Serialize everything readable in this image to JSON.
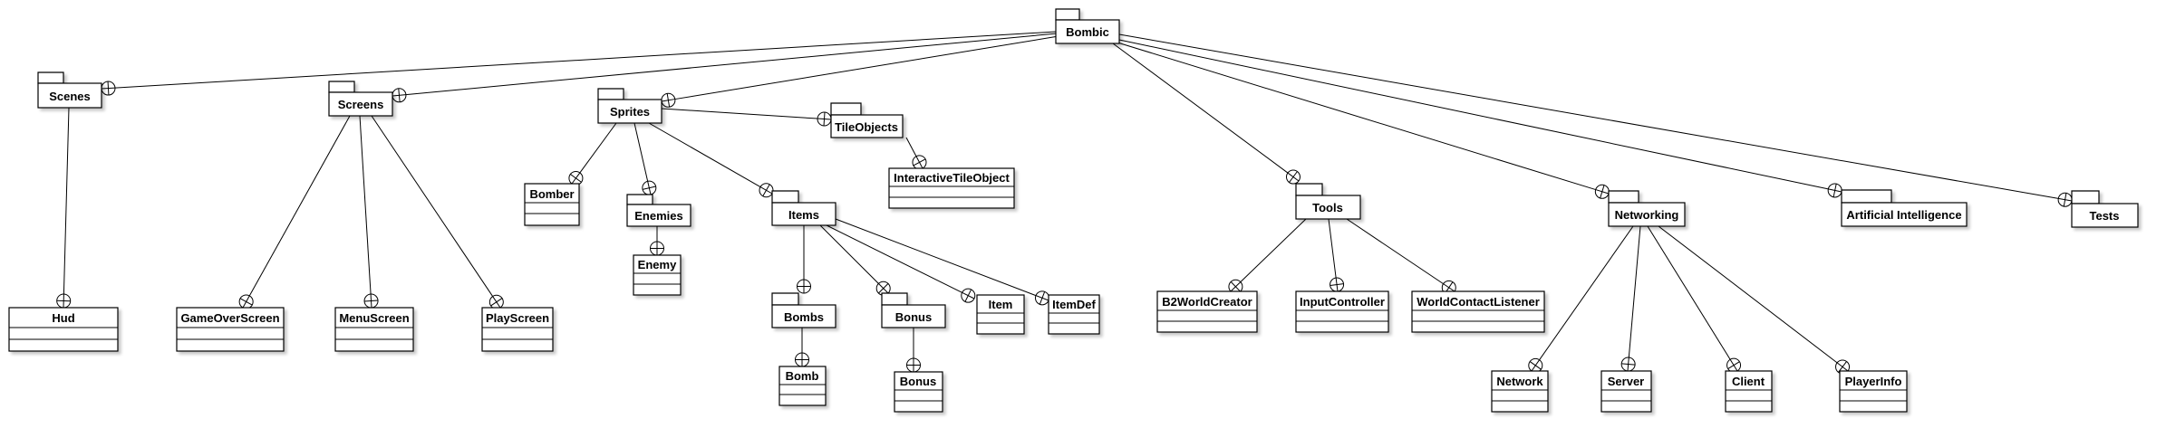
{
  "packages": {
    "bombic": "Bombic",
    "scenes": "Scenes",
    "screens": "Screens",
    "sprites": "Sprites",
    "tileobjects": "TileObjects",
    "enemies": "Enemies",
    "items": "Items",
    "bombs": "Bombs",
    "bonus": "Bonus",
    "tools": "Tools",
    "networking": "Networking",
    "ai": "Artificial Intelligence",
    "tests": "Tests"
  },
  "classes": {
    "hud": "Hud",
    "gameoverscreen": "GameOverScreen",
    "menuscreen": "MenuScreen",
    "playscreen": "PlayScreen",
    "interactivetileobject": "InteractiveTileObject",
    "bomber": "Bomber",
    "enemy": "Enemy",
    "bomb": "Bomb",
    "bonusclass": "Bonus",
    "item": "Item",
    "itemdef": "ItemDef",
    "b2worldcreator": "B2WorldCreator",
    "inputcontroller": "InputController",
    "worldcontactlistener": "WorldContactListener",
    "network": "Network",
    "server": "Server",
    "client": "Client",
    "playerinfo": "PlayerInfo"
  }
}
